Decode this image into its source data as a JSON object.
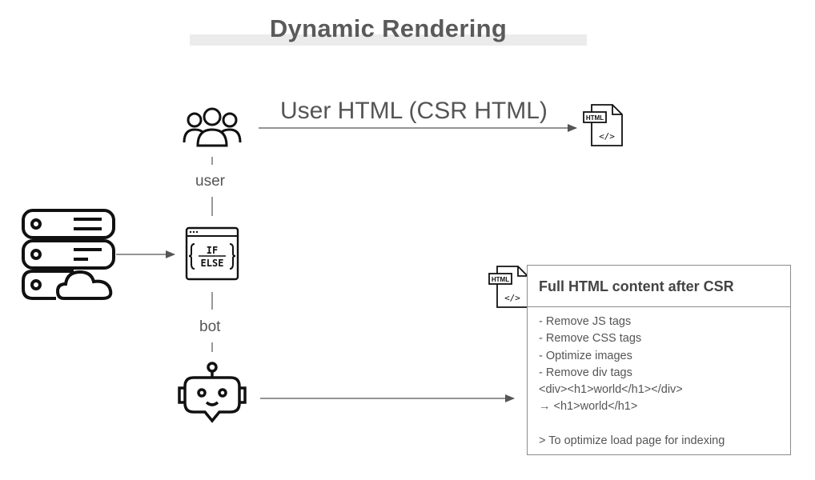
{
  "title": "Dynamic Rendering",
  "edges": {
    "user_html": "User HTML (CSR HTML)",
    "user": "user",
    "bot": "bot"
  },
  "icons": {
    "html_badge": "HTML",
    "code_glyph": "</>",
    "if": "IF",
    "else": "ELSE"
  },
  "result_box": {
    "title": "Full HTML content after CSR",
    "lines": [
      "- Remove JS tags",
      "- Remove CSS tags",
      "- Optimize images",
      "- Remove div tags",
      "<div><h1>world</h1></div>",
      "→ <h1>world</h1>",
      "",
      "> To optimize load page for indexing"
    ]
  }
}
